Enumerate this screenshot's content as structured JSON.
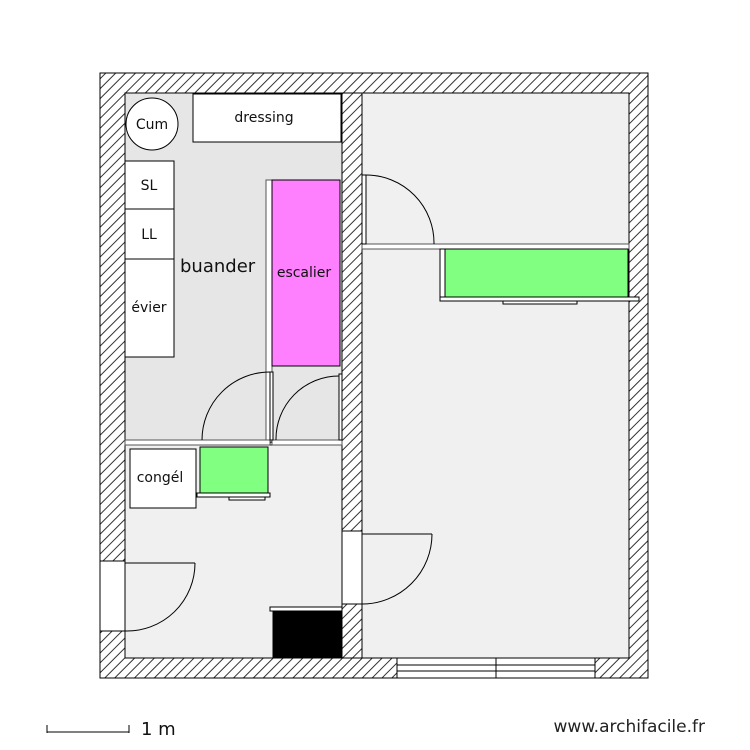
{
  "rooms": {
    "laundry": "buander"
  },
  "fixtures": {
    "cum": "Cum",
    "dressing": "dressing",
    "sl": "SL",
    "ll": "LL",
    "sink": "évier",
    "stairs": "escalier",
    "freezer": "congél"
  },
  "scale": {
    "label": "1 m"
  },
  "watermark": "www.archifacile.fr",
  "colors": {
    "wall_hatch": "#333333",
    "laundry_floor": "#e6e6e6",
    "room_floor": "#f0f0f0",
    "stairs": "#ff80ff",
    "cabinet": "#80ff80",
    "appliance": "#ffffff",
    "dark_block": "#000000"
  }
}
